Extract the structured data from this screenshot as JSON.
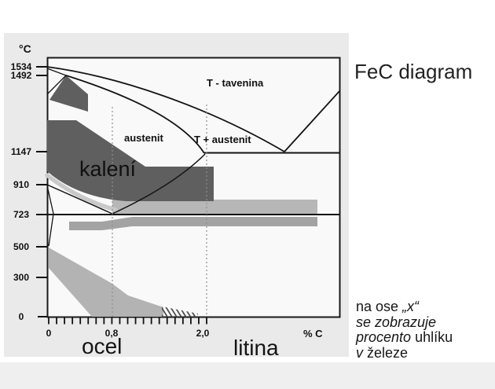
{
  "page": {
    "title": "FeC diagram",
    "note": {
      "lines": [
        {
          "segments": [
            {
              "text": "na ose ",
              "italic": false
            },
            {
              "text": "„x“",
              "italic": true
            }
          ]
        },
        {
          "segments": [
            {
              "text": "se zobrazuje",
              "italic": true
            }
          ]
        },
        {
          "segments": [
            {
              "text": "procento ",
              "italic": true
            },
            {
              "text": "uhlíku",
              "italic": false
            }
          ]
        },
        {
          "segments": [
            {
              "text": "v ",
              "italic": true
            },
            {
              "text": "železe",
              "italic": false
            }
          ]
        }
      ]
    }
  },
  "diagram": {
    "y_axis_unit": "°C",
    "x_axis_unit": "% C",
    "y_axis_values": [
      "1534",
      "1492",
      "1147",
      "910",
      "723",
      "500",
      "300",
      "0"
    ],
    "x_axis_values": [
      "0",
      "0,8",
      "2,0"
    ],
    "region_labels": {
      "liquid": "T - tavenina",
      "austenite": "austenit",
      "liquid_austenite": "T + austenit",
      "hardening": "kalení"
    },
    "material_labels": {
      "steel": "ocel",
      "cast_iron": "litina"
    },
    "colors": {
      "dark_region": "#5f5f5f",
      "light_band_above_723": "#b7b7b7",
      "band_below_723": "#a3a3a3",
      "sliver_band": "#c9c9c9",
      "lower_band": "#b3b3b3",
      "panel_background": "#eaeaea",
      "plot_background": "#f9f9f9",
      "line_color": "#141414"
    }
  }
}
